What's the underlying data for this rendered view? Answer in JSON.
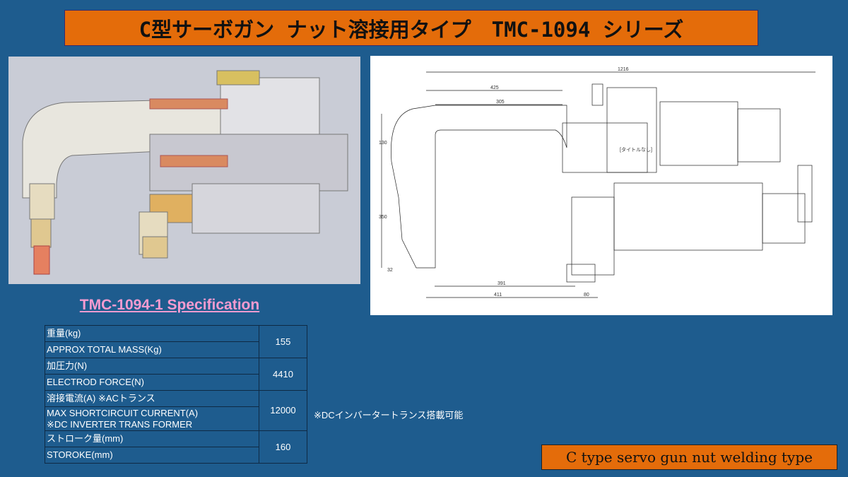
{
  "header": {
    "title": "C型サーボガン ナット溶接用タイプ　TMC-1094 シリーズ"
  },
  "drawing": {
    "dimensions": [
      "1216",
      "425",
      "305",
      "130",
      "350",
      "391",
      "411",
      "80",
      "32"
    ],
    "tag": "[タイトルなし]"
  },
  "spec": {
    "title": "TMC-1094-1  Specification",
    "rows": [
      {
        "label_jp": "重量(kg)",
        "label_en": "APPROX TOTAL MASS(Kg)",
        "value": "155"
      },
      {
        "label_jp": "加圧力(N)",
        "label_en": "ELECTROD FORCE(N)",
        "value": "4410"
      },
      {
        "label_jp": "溶接電流(A) ※ACトランス",
        "label_en": "MAX SHORTCIRCUIT CURRENT(A)",
        "label_en2": "※DC INVERTER TRANS FORMER",
        "value": "12000"
      },
      {
        "label_jp": "ストローク量(mm)",
        "label_en": "STOROKE(mm)",
        "value": "160"
      }
    ],
    "note": "※DCインバータートランス搭載可能"
  },
  "footer": {
    "caption": "C type servo gun nut welding type"
  }
}
